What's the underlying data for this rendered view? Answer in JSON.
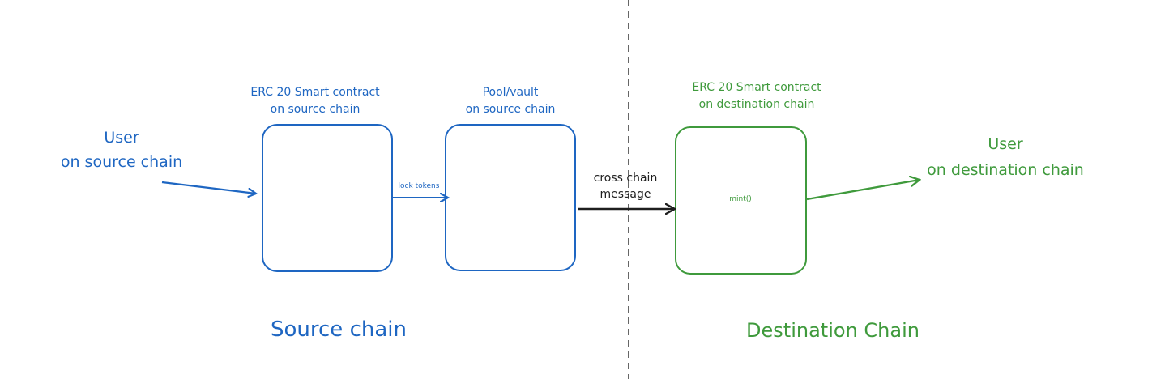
{
  "colors": {
    "source": "#1e66c2",
    "destination": "#3f9a3c",
    "message": "#1e1e1e",
    "divider": "#333333"
  },
  "source_user": {
    "line1": "User",
    "line2": "on source chain"
  },
  "source_contract": {
    "line1": "ERC 20 Smart contract",
    "line2": "on source chain"
  },
  "pool": {
    "line1": "Pool/vault",
    "line2": "on source chain"
  },
  "lock_arrow": {
    "label": "lock tokens"
  },
  "message_arrow": {
    "line1": "cross chain",
    "line2": "message"
  },
  "dest_contract": {
    "line1": "ERC 20 Smart contract",
    "line2": "on destination chain",
    "inner": "mint()"
  },
  "dest_user": {
    "line1": "User",
    "line2": "on destination chain"
  },
  "regions": {
    "source": "Source chain",
    "destination": "Destination Chain"
  }
}
